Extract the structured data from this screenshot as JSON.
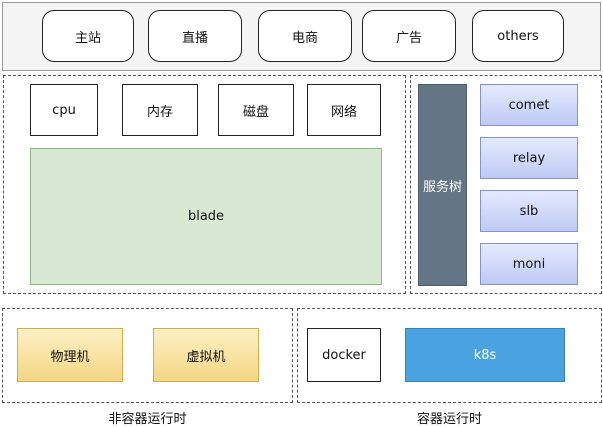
{
  "businesses": [
    "主站",
    "直播",
    "电商",
    "广告",
    "others"
  ],
  "resources": [
    "cpu",
    "内存",
    "磁盘",
    "网络"
  ],
  "blade": "blade",
  "service_tree": "服务树",
  "services": [
    "comet",
    "relay",
    "slb",
    "moni"
  ],
  "non_container": {
    "items": [
      "物理机",
      "虚拟机"
    ],
    "caption": "非容器运行时"
  },
  "container": {
    "items": [
      "docker",
      "k8s"
    ],
    "caption": "容器运行时"
  },
  "colors": {
    "blade_fill": "#d9e8d3",
    "service_tree_fill": "#647585",
    "service_fill": "#c9d3f8",
    "physical_fill": "#f7e2a0",
    "k8s_fill": "#4aa3e0"
  }
}
